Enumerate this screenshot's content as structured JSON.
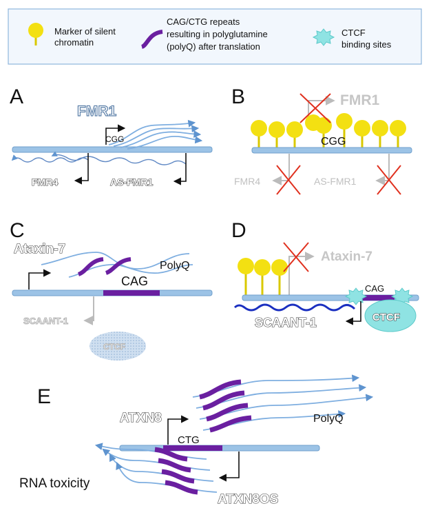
{
  "legend": {
    "items": [
      {
        "icon": "silent-chromatin-marker-icon",
        "text_lines": [
          "Marker of silent",
          "chromatin"
        ]
      },
      {
        "icon": "repeat-curve-icon",
        "text_lines": [
          "CAG/CTG repeats",
          "resulting in polyglutamine",
          "(polyQ) after translation"
        ]
      },
      {
        "icon": "ctcf-site-icon",
        "text_lines": [
          "CTCF",
          "binding sites"
        ]
      }
    ]
  },
  "panels": {
    "a": {
      "letter": "A",
      "gene": "FMR1",
      "repeat": "CGG",
      "left_transcript": "FMR4",
      "right_transcript": "AS-FMR1"
    },
    "b": {
      "letter": "B",
      "gene": "FMR1",
      "repeat": "CGG",
      "left_transcript": "FMR4",
      "right_transcript": "AS-FMR1"
    },
    "c": {
      "letter": "C",
      "gene": "Ataxin-7",
      "product": "PolyQ",
      "repeat": "CAG",
      "antisense": "SCAANT-1",
      "factor": "CTCF"
    },
    "d": {
      "letter": "D",
      "gene": "Ataxin-7",
      "repeat": "CAG",
      "antisense": "SCAANT-1",
      "factor": "CTCF"
    },
    "e": {
      "letter": "E",
      "gene": "ATXN8",
      "product": "PolyQ",
      "repeat": "CTG",
      "antisense": "ATXN8OS",
      "effect": "RNA toxicity"
    }
  },
  "colors": {
    "dna": "#9cc3e6",
    "dna_stroke": "#6f9fcc",
    "transcript": "#7eaee0",
    "repeat": "#6a1fa0",
    "marker": "#f3e012",
    "ctcf": "#8fe3e3",
    "cross": "#e0301e",
    "grey": "#b5b5b5"
  }
}
